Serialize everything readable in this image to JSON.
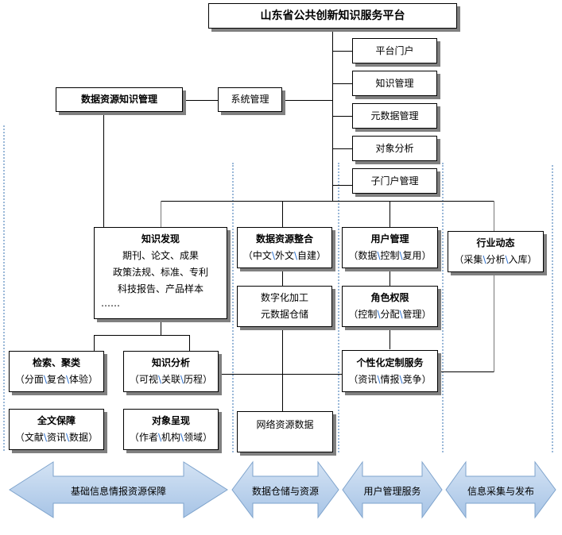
{
  "title": "山东省公共创新知识服务平台",
  "top_menu": [
    "平台门户",
    "知识管理",
    "元数据管理",
    "对象分析",
    "子门户管理"
  ],
  "data_mgmt": {
    "title": "数据资源知识管理",
    "system": "系统管理"
  },
  "knowledge_discovery": {
    "title": "知识发现",
    "lines": [
      "期刊、论文、成果",
      "政策法规、标准、专利",
      "科技报告、产品样本",
      "……"
    ]
  },
  "search": {
    "title": "检索、聚类",
    "parts": [
      "分面",
      "复合",
      "体验"
    ]
  },
  "analysis": {
    "title": "知识分析",
    "parts": [
      "可视",
      "关联",
      "历程"
    ]
  },
  "fulltext": {
    "title": "全文保障",
    "parts": [
      "文献",
      "资讯",
      "数据"
    ]
  },
  "objects": {
    "title": "对象呈现",
    "parts": [
      "作者",
      "机构",
      "领域"
    ]
  },
  "integration": {
    "title": "数据资源整合",
    "parts": [
      "中文",
      "外文",
      "自建"
    ]
  },
  "digitize": {
    "lines": [
      "数字化加工",
      "元数据仓储"
    ]
  },
  "web_data": {
    "title": "网络资源数据"
  },
  "user_mgmt": {
    "title": "用户管理",
    "parts": [
      "数据",
      "控制",
      "复用"
    ]
  },
  "roles": {
    "title": "角色权限",
    "parts": [
      "控制",
      "分配",
      "管理"
    ]
  },
  "custom": {
    "title": "个性化定制服务",
    "parts": [
      "资讯",
      "情报",
      "竞争"
    ]
  },
  "industry": {
    "title": "行业动态",
    "parts": [
      "采集",
      "分析",
      "入库"
    ]
  },
  "bands": [
    "基础信息情报资源保障",
    "数据仓储与资源",
    "用户管理服务",
    "信息采集与发布"
  ],
  "colors": {
    "arrow_fill_top": "#cfe0f3",
    "arrow_fill_bottom": "#a9c6e8",
    "arrow_stroke": "#7ea3cc",
    "separator": "#2a6fcf",
    "guide": "#9ab8d8"
  }
}
